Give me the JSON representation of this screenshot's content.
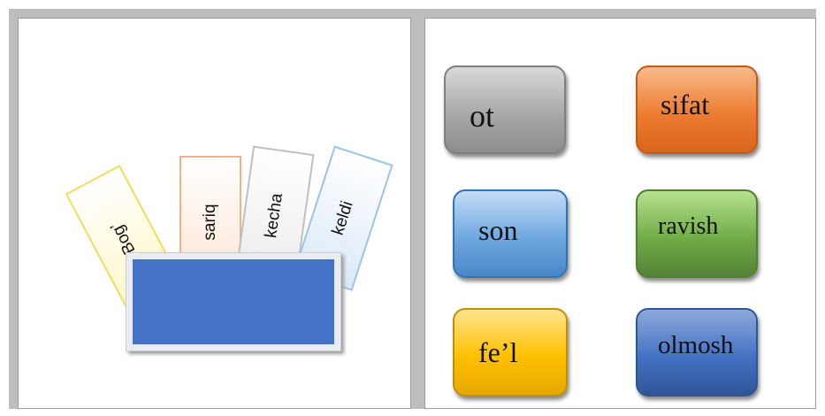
{
  "cards": [
    {
      "label": "Bog’"
    },
    {
      "label": "sariq"
    },
    {
      "label": "kecha"
    },
    {
      "label": "keldi"
    }
  ],
  "buttons": {
    "ot": "ot",
    "sifat": "sifat",
    "son": "son",
    "ravish": "ravish",
    "fel": "fe’l",
    "olmosh": "olmosh"
  },
  "colors": {
    "ot": "#a6a6a6",
    "sifat": "#ed7d31",
    "son": "#5b9bd5",
    "ravish": "#70ad47",
    "fel": "#ffc000",
    "olmosh": "#4472c4",
    "box": "#4472c4"
  }
}
